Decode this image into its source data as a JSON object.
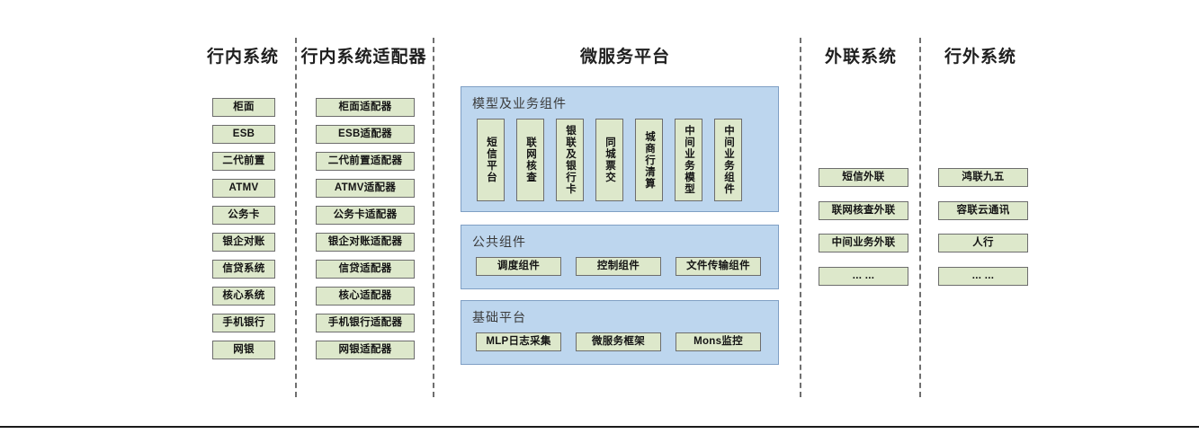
{
  "columns": {
    "internal_systems": {
      "title": "行内系统",
      "items": [
        "柜面",
        "ESB",
        "二代前置",
        "ATMV",
        "公务卡",
        "银企对账",
        "信贷系统",
        "核心系统",
        "手机银行",
        "网银"
      ]
    },
    "internal_adapters": {
      "title": "行内系统适配器",
      "items": [
        "柜面适配器",
        "ESB适配器",
        "二代前置适配器",
        "ATMV适配器",
        "公务卡适配器",
        "银企对账适配器",
        "信贷适配器",
        "核心适配器",
        "手机银行适配器",
        "网银适配器"
      ]
    },
    "microservice_platform": {
      "title": "微服务平台",
      "panels": [
        {
          "title": "模型及业务组件",
          "orientation": "vertical",
          "items": [
            "短信平台",
            "联网核查",
            "银联及银行卡",
            "同城票交",
            "城商行清算",
            "中间业务模型",
            "中间业务组件"
          ]
        },
        {
          "title": "公共组件",
          "orientation": "horizontal",
          "items": [
            "调度组件",
            "控制组件",
            "文件传输组件"
          ]
        },
        {
          "title": "基础平台",
          "orientation": "horizontal",
          "items": [
            "MLP日志采集",
            "微服务框架",
            "Mons监控"
          ]
        }
      ]
    },
    "external_link_systems": {
      "title": "外联系统",
      "items": [
        "短信外联",
        "联网核查外联",
        "中间业务外联",
        "... ..."
      ]
    },
    "outside_bank_systems": {
      "title": "行外系统",
      "items": [
        "鸿联九五",
        "容联云通讯",
        "人行",
        "... ..."
      ]
    }
  },
  "colors": {
    "node_fill": "#dde8cb",
    "node_border": "#6d6d6d",
    "panel_fill": "#bdd6ee",
    "panel_border": "#7f9fc4",
    "divider": "#6f6f6f",
    "text": "#141414"
  }
}
